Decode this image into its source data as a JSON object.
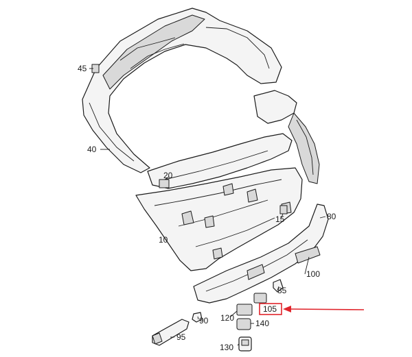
{
  "callouts": [
    {
      "id": "c45",
      "label": "45"
    },
    {
      "id": "c40",
      "label": "40"
    },
    {
      "id": "c20",
      "label": "20"
    },
    {
      "id": "c10",
      "label": "10"
    },
    {
      "id": "c15",
      "label": "15"
    },
    {
      "id": "c80",
      "label": "80"
    },
    {
      "id": "c100",
      "label": "100"
    },
    {
      "id": "c85",
      "label": "85"
    },
    {
      "id": "c105",
      "label": "105"
    },
    {
      "id": "c120",
      "label": "120"
    },
    {
      "id": "c140",
      "label": "140"
    },
    {
      "id": "c90",
      "label": "90"
    },
    {
      "id": "c95",
      "label": "95"
    },
    {
      "id": "c130",
      "label": "130"
    }
  ],
  "highlight": {
    "callout": "105",
    "box_color": "#e0242b",
    "arrow_color": "#e0242b"
  },
  "colors": {
    "line": "#1a1a1a",
    "part_fill": "#f4f4f4",
    "shade_fill": "#d9d9d9"
  }
}
